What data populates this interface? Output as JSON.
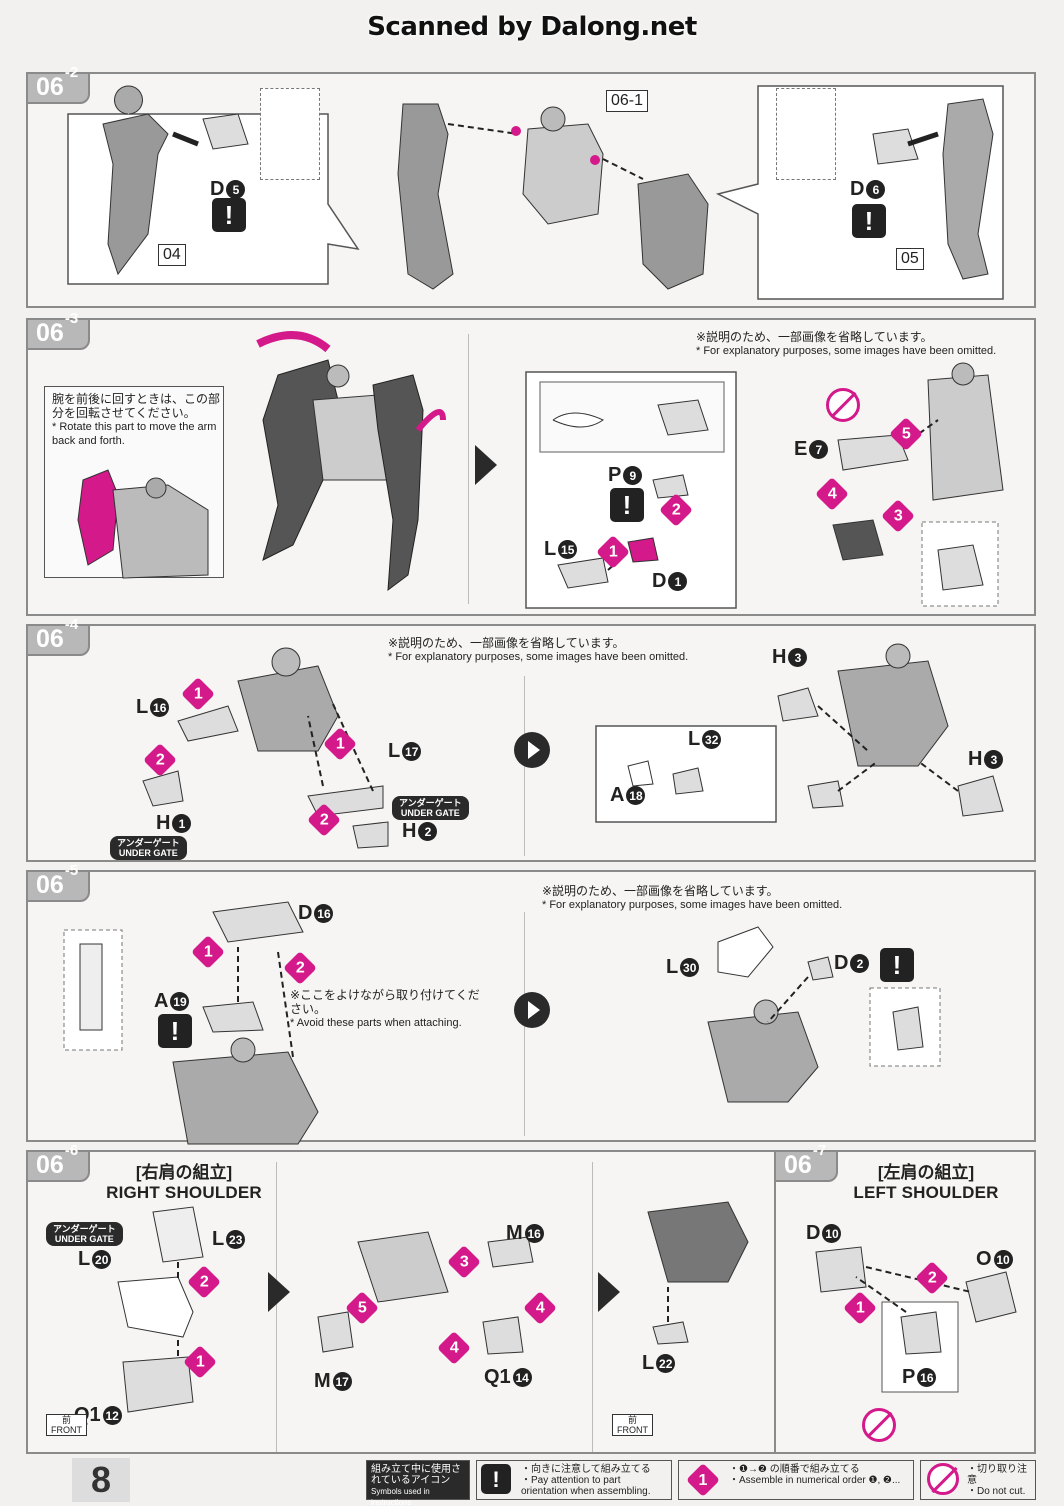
{
  "watermark": "Scanned by Dalong.net",
  "page_number": "8",
  "steps": {
    "s062": {
      "main": "06",
      "sub": "2",
      "ref_step": "06-1",
      "part_left": "D",
      "part_left_num": "5",
      "part_right": "D",
      "part_right_num": "6",
      "ref_left": "04",
      "ref_right": "05"
    },
    "s063": {
      "main": "06",
      "sub": "3",
      "note_jp": "腕を前後に回すときは、この部分を回転させてください。",
      "note_en": "* Rotate this part to move the arm back and forth.",
      "omit_jp": "※説明のため、一部画像を省略しています。",
      "omit_en": "* For explanatory purposes, some images have been omitted.",
      "parts": [
        {
          "id": "E",
          "num": "7"
        },
        {
          "id": "P",
          "num": "9"
        },
        {
          "id": "L",
          "num": "15"
        },
        {
          "id": "D",
          "num": "1"
        }
      ]
    },
    "s064": {
      "main": "06",
      "sub": "4",
      "omit_jp": "※説明のため、一部画像を省略しています。",
      "omit_en": "* For explanatory purposes, some images have been omitted.",
      "gate_jp": "アンダーゲート",
      "gate_en": "UNDER GATE",
      "parts": [
        {
          "id": "L",
          "num": "16"
        },
        {
          "id": "H",
          "num": "1"
        },
        {
          "id": "L",
          "num": "17"
        },
        {
          "id": "H",
          "num": "2"
        },
        {
          "id": "H",
          "num": "3"
        },
        {
          "id": "H",
          "num": "3"
        },
        {
          "id": "L",
          "num": "32"
        },
        {
          "id": "A",
          "num": "18"
        }
      ]
    },
    "s065": {
      "main": "06",
      "sub": "5",
      "avoid_jp": "※ここをよけながら取り付けてください。",
      "avoid_en": "* Avoid these parts when attaching.",
      "omit_jp": "※説明のため、一部画像を省略しています。",
      "omit_en": "* For explanatory purposes, some images have been omitted.",
      "parts": [
        {
          "id": "D",
          "num": "16"
        },
        {
          "id": "A",
          "num": "19"
        },
        {
          "id": "L",
          "num": "30"
        },
        {
          "id": "D",
          "num": "2"
        }
      ]
    },
    "s066": {
      "main": "06",
      "sub": "6",
      "title_jp": "[右肩の組立]",
      "title_en": "RIGHT SHOULDER",
      "gate_jp": "アンダーゲート",
      "gate_en": "UNDER GATE",
      "parts": [
        {
          "id": "L",
          "num": "20"
        },
        {
          "id": "L",
          "num": "23"
        },
        {
          "id": "Q1",
          "num": "12"
        },
        {
          "id": "M",
          "num": "16"
        },
        {
          "id": "M",
          "num": "17"
        },
        {
          "id": "Q1",
          "num": "14"
        },
        {
          "id": "L",
          "num": "22"
        }
      ],
      "front_jp": "前",
      "front_en": "FRONT"
    },
    "s067": {
      "main": "06",
      "sub": "7",
      "title_jp": "[左肩の組立]",
      "title_en": "LEFT SHOULDER",
      "parts": [
        {
          "id": "D",
          "num": "10"
        },
        {
          "id": "O",
          "num": "10"
        },
        {
          "id": "P",
          "num": "16"
        }
      ]
    }
  },
  "order_marks": [
    "1",
    "2",
    "3",
    "4",
    "5"
  ],
  "warn_symbol": "!",
  "footer": {
    "icons_jp": "組み立て中に使用されているアイコン",
    "icons_en": "Symbols used in instructions",
    "orient_jp": "・向きに注意して組み立てる",
    "orient_en": "・Pay attention to part orientation when assembling.",
    "order_jp": "・❶→❷ の順番で組み立てる",
    "order_en": "・Assemble in numerical order ❶, ❷...",
    "nocut_jp": "・切り取り注意",
    "nocut_en": "・Do not cut."
  }
}
